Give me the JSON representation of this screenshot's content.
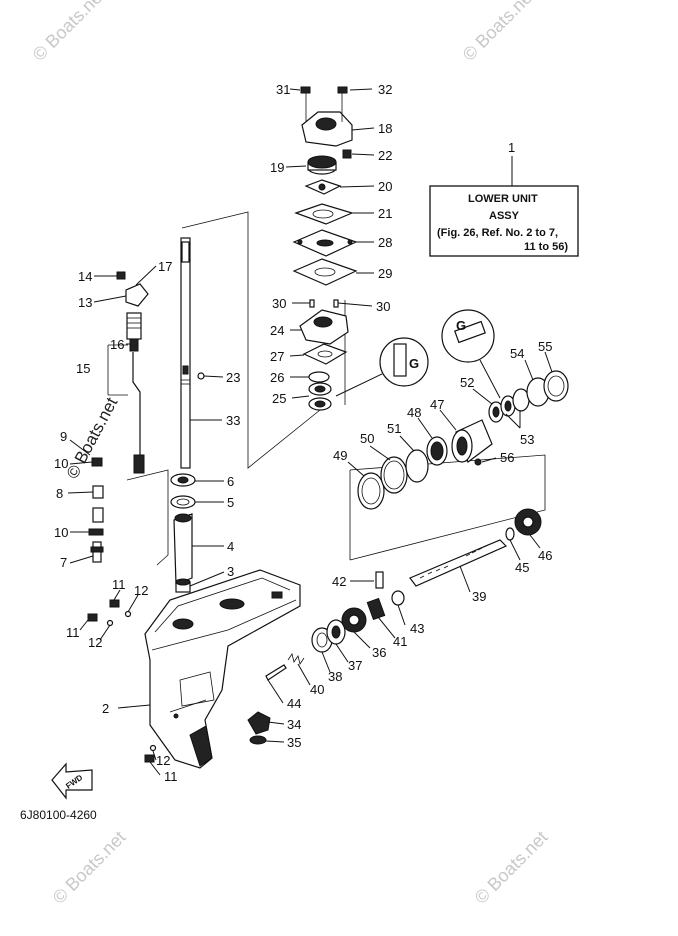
{
  "watermark": "© Boats.net",
  "catalog_number": "6J80100-4260",
  "fwd_label": "FWD",
  "info_box": {
    "callout": "1",
    "line1": "LOWER UNIT",
    "line2": "ASSY",
    "line3": "(Fig. 26, Ref. No. 2 to 7,",
    "line4": "11 to 56)"
  },
  "callouts": {
    "c2": "2",
    "c3": "3",
    "c4": "4",
    "c5": "5",
    "c6": "6",
    "c7": "7",
    "c8": "8",
    "c9": "9",
    "c10a": "10",
    "c10b": "10",
    "c11a": "11",
    "c11b": "11",
    "c11c": "11",
    "c12a": "12",
    "c12b": "12",
    "c12c": "12",
    "c13": "13",
    "c14": "14",
    "c15": "15",
    "c16": "16",
    "c17": "17",
    "c18": "18",
    "c19": "19",
    "c20": "20",
    "c21": "21",
    "c22": "22",
    "c23": "23",
    "c24": "24",
    "c25": "25",
    "c26": "26",
    "c27": "27",
    "c28": "28",
    "c29": "29",
    "c30a": "30",
    "c30b": "30",
    "c31": "31",
    "c32": "32",
    "c33": "33",
    "c34": "34",
    "c35": "35",
    "c36": "36",
    "c37": "37",
    "c38": "38",
    "c39": "39",
    "c40": "40",
    "c41": "41",
    "c42": "42",
    "c43": "43",
    "c44": "44",
    "c45": "45",
    "c46": "46",
    "c47": "47",
    "c48": "48",
    "c49": "49",
    "c50": "50",
    "c51": "51",
    "c52": "52",
    "c53": "53",
    "c54": "54",
    "c55": "55",
    "c56": "56"
  }
}
